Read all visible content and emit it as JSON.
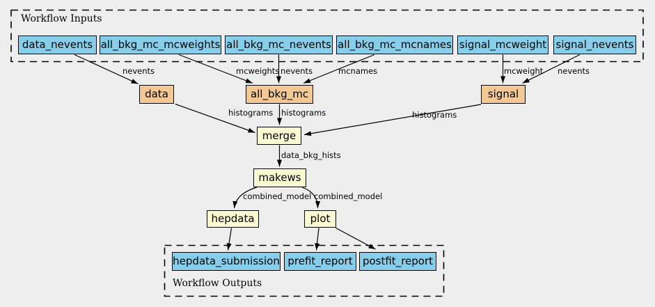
{
  "clusters": {
    "inputs": {
      "label": "Workflow Inputs"
    },
    "outputs": {
      "label": "Workflow Outputs"
    }
  },
  "nodes": {
    "data_nevents": {
      "label": "data_nevents",
      "kind": "input"
    },
    "all_bkg_mc_mcweights": {
      "label": "all_bkg_mc_mcweights",
      "kind": "input"
    },
    "all_bkg_mc_nevents": {
      "label": "all_bkg_mc_nevents",
      "kind": "input"
    },
    "all_bkg_mc_mcnames": {
      "label": "all_bkg_mc_mcnames",
      "kind": "input"
    },
    "signal_mcweight": {
      "label": "signal_mcweight",
      "kind": "input"
    },
    "signal_nevents": {
      "label": "signal_nevents",
      "kind": "input"
    },
    "data": {
      "label": "data",
      "kind": "step"
    },
    "all_bkg_mc": {
      "label": "all_bkg_mc",
      "kind": "step"
    },
    "signal": {
      "label": "signal",
      "kind": "step"
    },
    "merge": {
      "label": "merge",
      "kind": "step"
    },
    "makews": {
      "label": "makews",
      "kind": "step"
    },
    "hepdata": {
      "label": "hepdata",
      "kind": "step"
    },
    "plot": {
      "label": "plot",
      "kind": "step"
    },
    "hepdata_submission": {
      "label": "hepdata_submission",
      "kind": "output"
    },
    "prefit_report": {
      "label": "prefit_report",
      "kind": "output"
    },
    "postfit_report": {
      "label": "postfit_report",
      "kind": "output"
    }
  },
  "edge_labels": {
    "data_nevents_to_data": "nevents",
    "mcweights_to_all_bkg_mc": "mcweights",
    "nevents_to_all_bkg_mc": "nevents",
    "mcnames_to_all_bkg_mc": "mcnames",
    "mcweight_to_signal": "mcweight",
    "nevents_to_signal": "nevents",
    "data_to_merge": "histograms",
    "all_bkg_mc_to_merge": "histograms",
    "signal_to_merge": "histograms",
    "merge_to_makews": "data_bkg_hists",
    "makews_to_hepdata": "combined_model",
    "makews_to_plot": "combined_model"
  },
  "colors": {
    "background": "#eeeeee",
    "io_fill": "#87ceeb",
    "sample_fill": "#f2c894",
    "task_fill": "#fafad2",
    "line": "#000000"
  }
}
